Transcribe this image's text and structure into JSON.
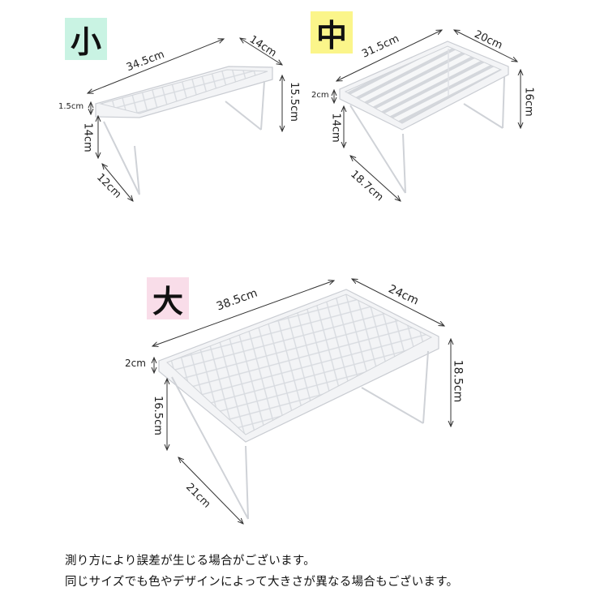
{
  "colors": {
    "small_label_bg": "#c9f3e3",
    "medium_label_bg": "#fbf58a",
    "large_label_bg": "#f9dde9",
    "shelf": "#f1f2f4",
    "shelf_edge": "#c9ccd2",
    "dimension_line": "#333333"
  },
  "products": [
    {
      "size_label": "小",
      "width": "34.5cm",
      "depth": "14cm",
      "total_height": "15.5cm",
      "rim_height": "1.5cm",
      "leg_height": "14cm",
      "leg_depth": "12cm",
      "grid_pattern": "diamond"
    },
    {
      "size_label": "中",
      "width": "31.5cm",
      "depth": "20cm",
      "total_height": "16cm",
      "rim_height": "2cm",
      "leg_height": "14cm",
      "leg_depth": "18.7cm",
      "grid_pattern": "slats"
    },
    {
      "size_label": "大",
      "width": "38.5cm",
      "depth": "24cm",
      "total_height": "18.5cm",
      "rim_height": "2cm",
      "leg_height": "16.5cm",
      "leg_depth": "21cm",
      "grid_pattern": "diamond"
    }
  ],
  "notes": [
    "測り方により誤差が生じる場合がございます。",
    "同じサイズでも色やデザインによって大きさが異なる場合もございます。"
  ]
}
